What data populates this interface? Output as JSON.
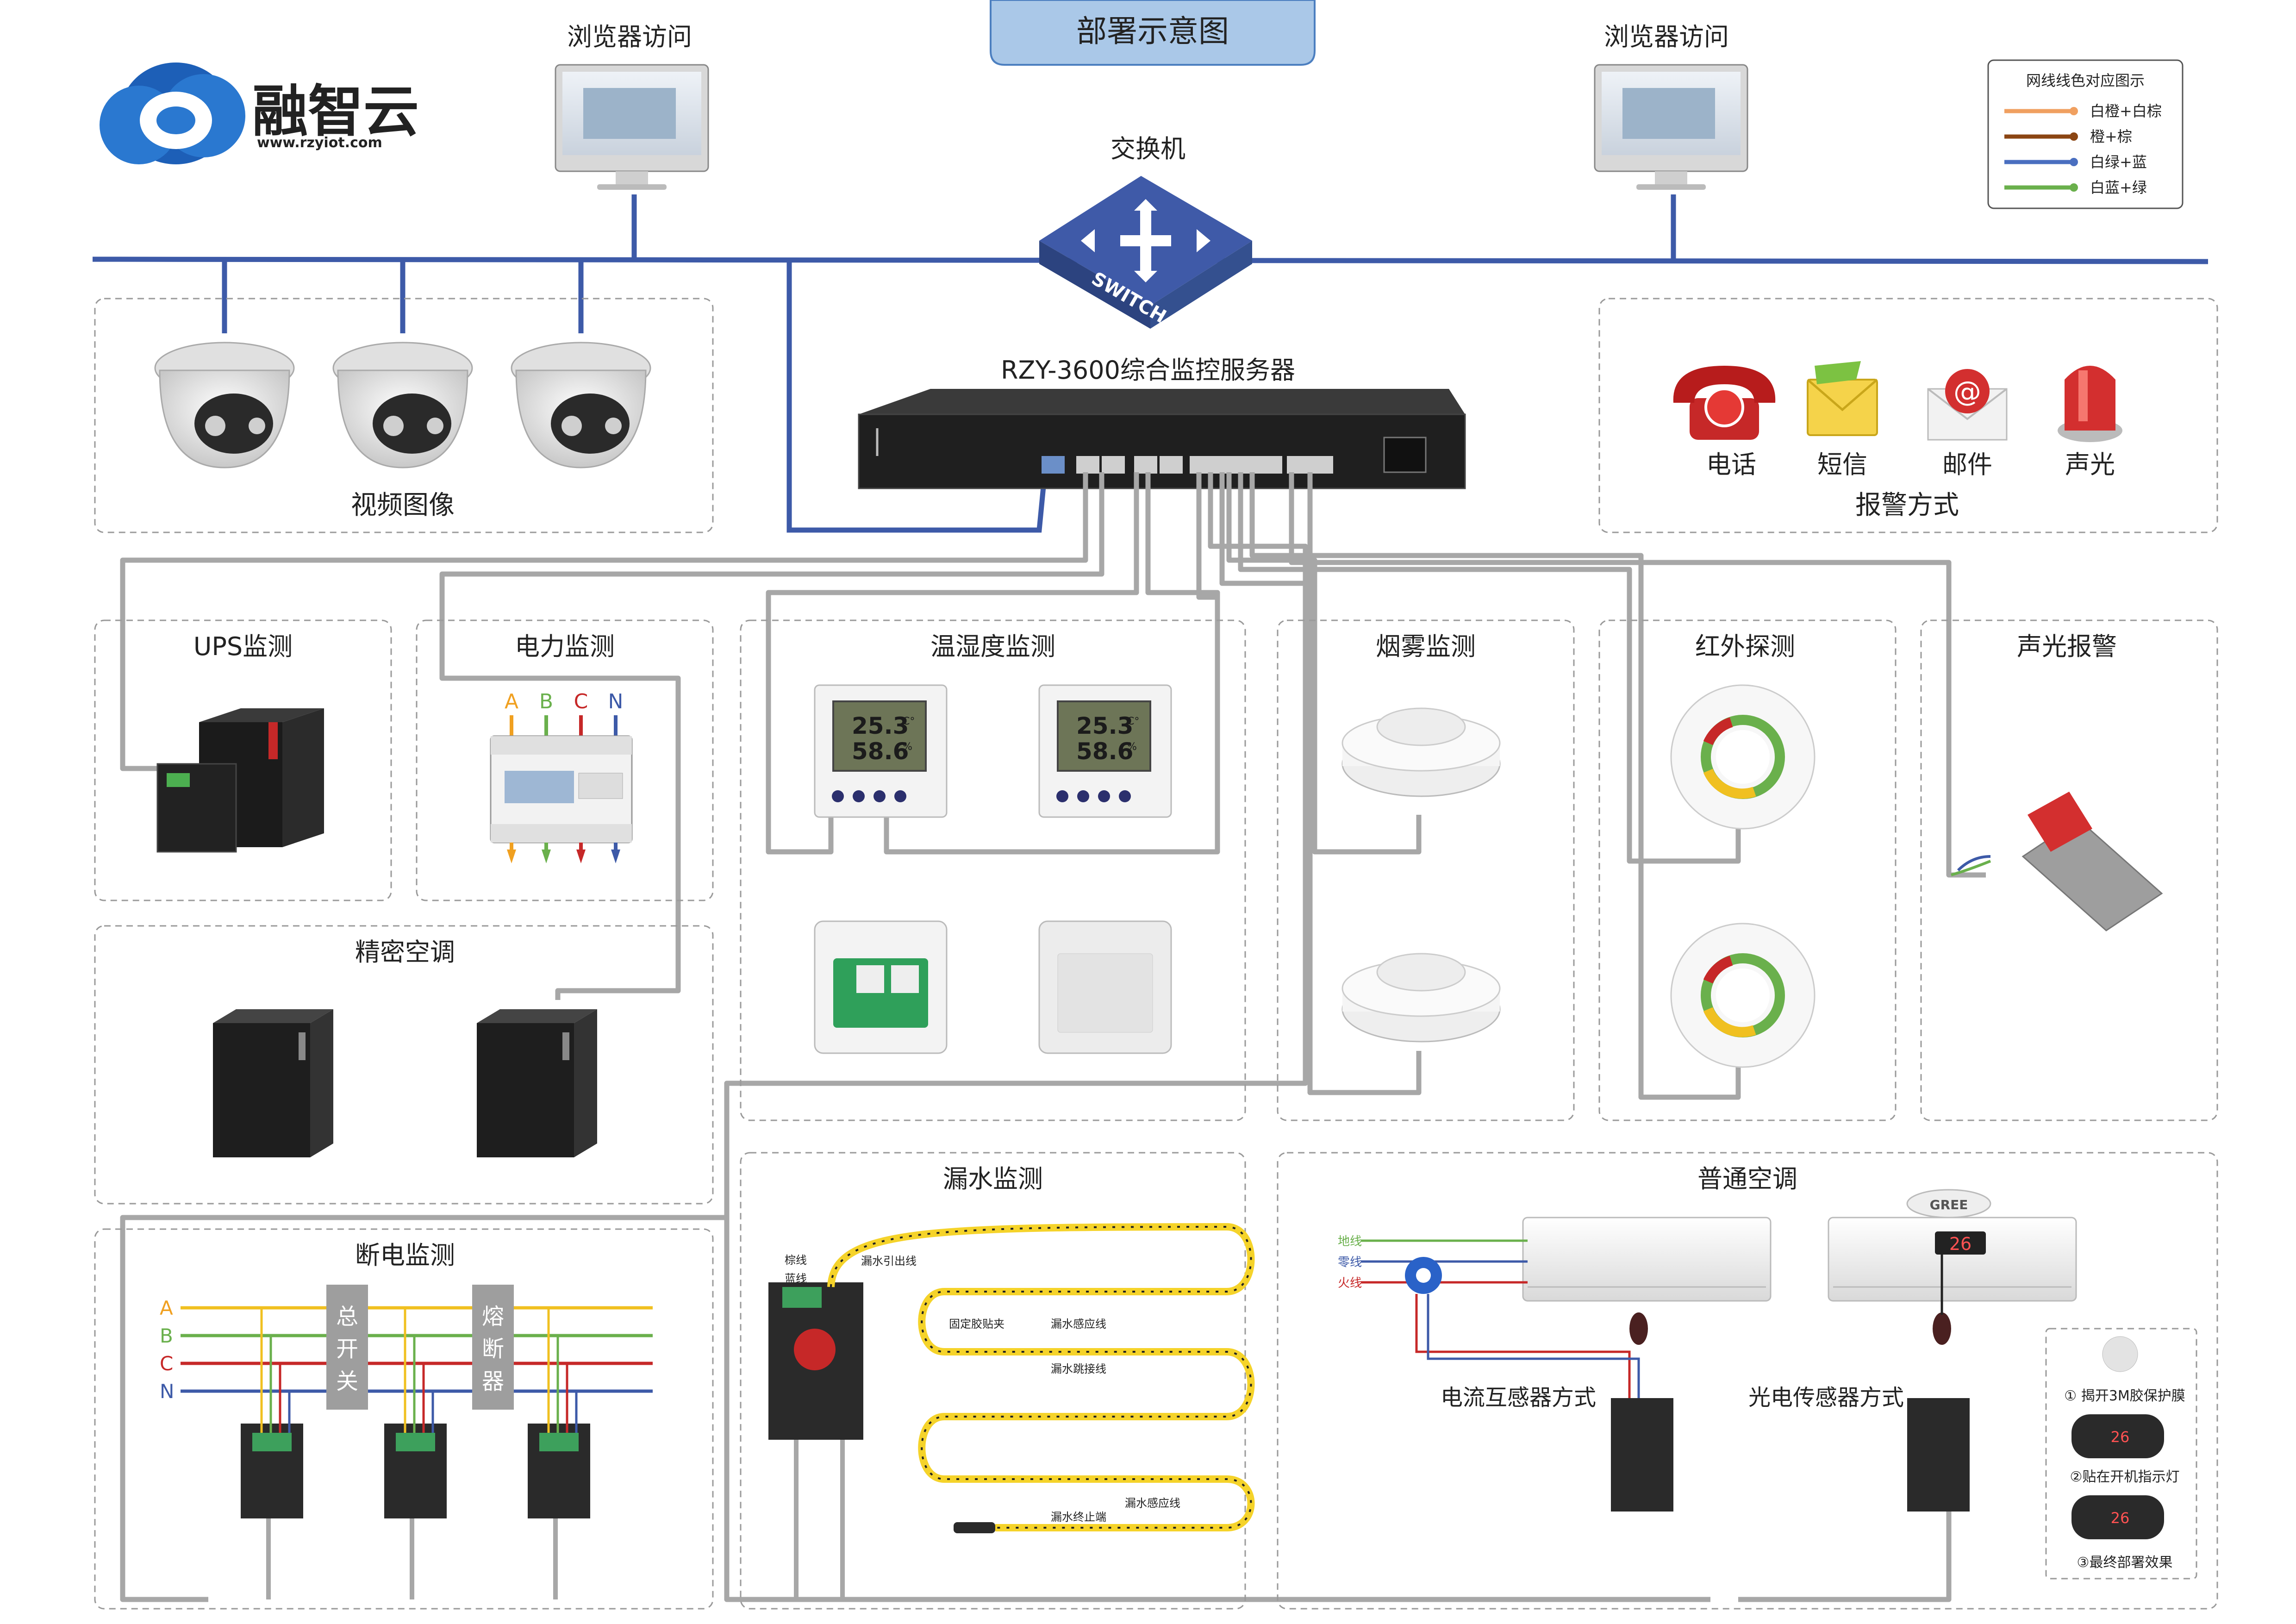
{
  "title": "部署示意图",
  "logo": {
    "name": "融智云",
    "url": "www.rzyiot.com"
  },
  "browser_left": "浏览器访问",
  "browser_right": "浏览器访问",
  "switch": {
    "label": "交换机",
    "device_text": "SWITCH"
  },
  "server": {
    "label": "RZY-3600综合监控服务器"
  },
  "legend": {
    "title": "网线线色对应图示",
    "items": [
      {
        "label": "白橙+白棕",
        "color": "#f0a060"
      },
      {
        "label": "橙+棕",
        "color": "#8b4513"
      },
      {
        "label": "白绿+蓝",
        "color": "#4a6fc0"
      },
      {
        "label": "白蓝+绿",
        "color": "#6ab04c"
      }
    ]
  },
  "sections": {
    "video": "视频图像",
    "alarm_methods": "报警方式",
    "ups": "UPS监测",
    "power": "电力监测",
    "temp": "温湿度监测",
    "smoke": "烟雾监测",
    "infrared": "红外探测",
    "sound_light": "声光报警",
    "precision_ac": "精密空调",
    "power_off": "断电监测",
    "water_leak": "漏水监测",
    "normal_ac": "普通空调"
  },
  "alarm_items": [
    "电话",
    "短信",
    "邮件",
    "声光"
  ],
  "power_phases": [
    "A",
    "B",
    "C",
    "N"
  ],
  "temp_readings": {
    "temp": "25.3",
    "temp_unit": "C°",
    "hum": "58.6",
    "hum_unit": "%"
  },
  "power_off": {
    "phases": [
      "A",
      "B",
      "C",
      "N"
    ],
    "main_switch": [
      "总",
      "开",
      "关"
    ],
    "fuse": [
      "熔",
      "断",
      "器"
    ]
  },
  "water": {
    "labels": [
      "漏水引出线",
      "固定胶贴夹",
      "漏水感应线",
      "漏水跳接线",
      "漏水终止端",
      "漏水感应线"
    ],
    "wire_labels": [
      "棕线",
      "蓝线"
    ]
  },
  "normal_ac": {
    "wires": [
      "地线",
      "零线",
      "火线"
    ],
    "method_ct": "电流互感器方式",
    "method_photo": "光电传感器方式",
    "ac_display": "26",
    "brand": "GREE",
    "steps": [
      "① 揭开3M胶保护膜",
      "②贴在开机指示灯",
      "③最终部署效果"
    ]
  }
}
